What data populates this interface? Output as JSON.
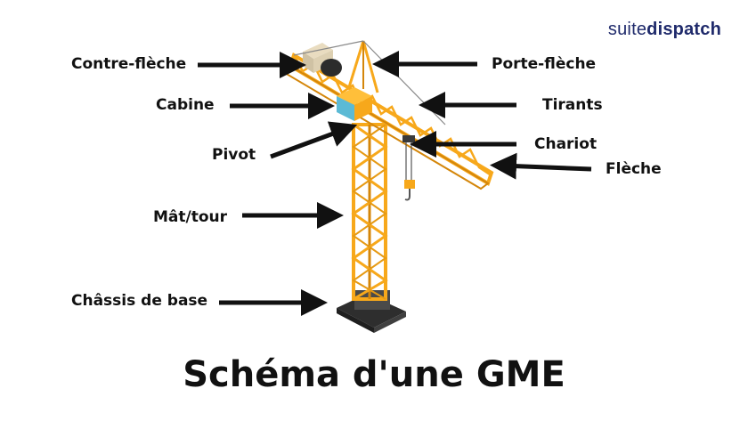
{
  "brand": {
    "prefix": "suite",
    "name": "dispatch"
  },
  "labels": {
    "contre_fleche": "Contre-flèche",
    "cabine": "Cabine",
    "pivot": "Pivot",
    "mat_tour": "Mât/tour",
    "chassis": "Châssis de base",
    "porte_fleche": "Porte-flèche",
    "tirants": "Tirants",
    "chariot": "Chariot",
    "fleche": "Flèche"
  },
  "title": "Schéma d'une GME",
  "colors": {
    "structure": "#f7a81b",
    "structure_dark": "#d4860a",
    "cabin": "#f7a81b",
    "cabin_glass": "#5bbad5",
    "base": "#3a3a3a",
    "arrow": "#111111",
    "brand": "#1f2a6b"
  }
}
